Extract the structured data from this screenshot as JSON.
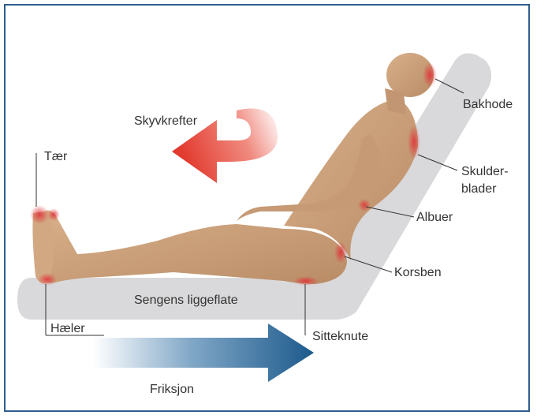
{
  "labels": {
    "forces": "Skyvkrefter",
    "toes": "Tær",
    "back_of_head": "Bakhode",
    "shoulder_blades_1": "Skulder-",
    "shoulder_blades_2": "blader",
    "elbows": "Albuer",
    "sacrum": "Korsben",
    "surface": "Sengens liggeflate",
    "heels": "Hæler",
    "ischial": "Sitteknute",
    "friction": "Friksjon"
  },
  "colors": {
    "frame": "#2f5d8e",
    "bed": "#d9d9db",
    "skin": "#c9a07a",
    "pressure": "#e0353a",
    "shear_arrow": "#e23a2e",
    "friction_arrow": "#1d5a8c"
  }
}
